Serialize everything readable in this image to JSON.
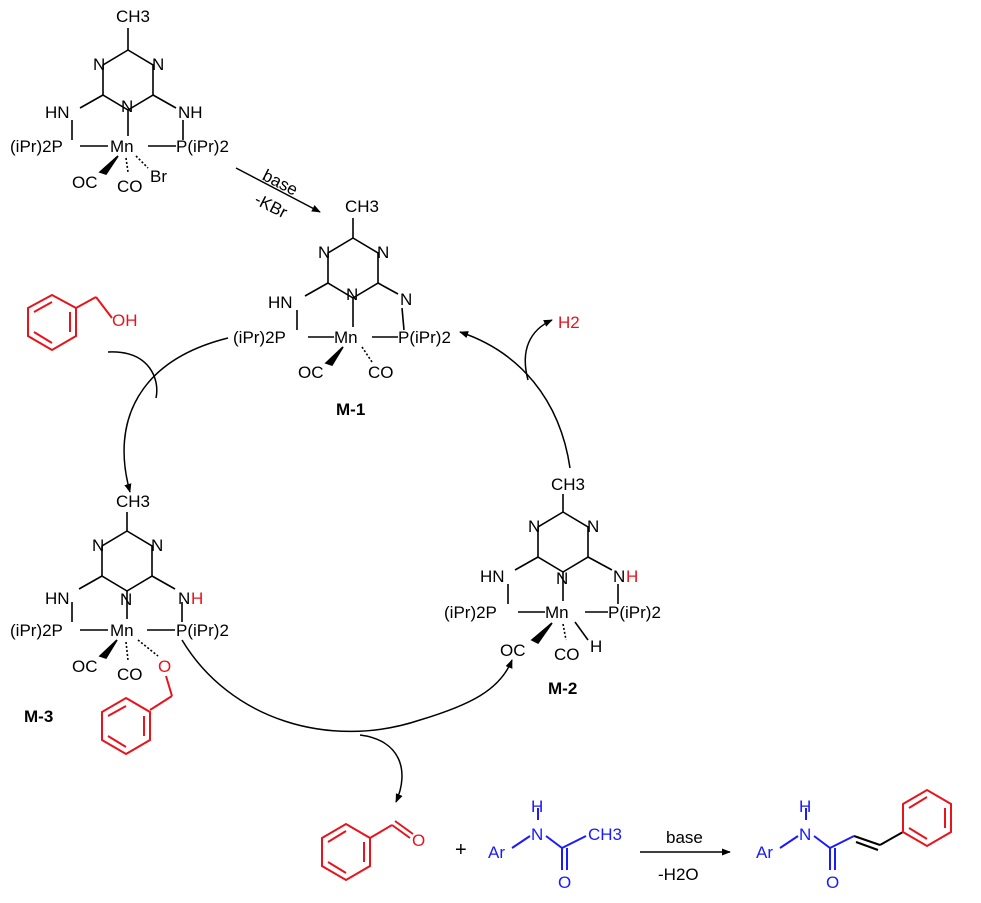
{
  "colors": {
    "ink": "#000000",
    "alcohol": "#e8141c",
    "amide": "#1a1aff",
    "hydrogen_label": "#e8141c"
  },
  "labels": {
    "precatalyst": {
      "methyl": "CH3",
      "n": "N",
      "hn_left": "HN",
      "nh_right": "NH",
      "p_left": "(iPr)2P",
      "metal": "Mn",
      "p_right": "P(iPr)2",
      "co_a": "OC",
      "co_b": "CO",
      "br": "Br"
    },
    "step_reagent": "base",
    "step_byproduct": "-KBr",
    "m1": {
      "methyl": "CH3",
      "hn_left": "HN",
      "n_right": "N",
      "p_left": "(iPr)2P",
      "metal": "Mn",
      "p_right": "P(iPr)2",
      "co_a": "OC",
      "co_b": "CO",
      "name": "M-1"
    },
    "m2": {
      "methyl": "CH3",
      "hn_left": "HN",
      "nh_right": "NH",
      "p_left": "(iPr)2P",
      "metal": "Mn",
      "p_right": "P(iPr)2",
      "co_a": "OC",
      "co_b": "CO",
      "hydride": "H",
      "name": "M-2"
    },
    "m3": {
      "methyl": "CH3",
      "hn_left": "HN",
      "nh_right": "NH",
      "p_left": "(iPr)2P",
      "metal": "Mn",
      "p_right": "P(iPr)2",
      "co_a": "OC",
      "co_b": "CO",
      "oxygen": "O",
      "name": "M-3"
    },
    "benzyl_alcohol_oh": "OH",
    "h2": "H2",
    "aldehyde_o": "O",
    "plus": "+",
    "amide": {
      "nh_h": "H",
      "nh_n": "N",
      "ar": "Ar",
      "methyl": "CH3",
      "o": "O"
    },
    "final_conditions_top": "base",
    "final_conditions_bottom": "-H2O",
    "product": {
      "nh_h": "H",
      "nh_n": "N",
      "ar": "Ar",
      "o": "O"
    }
  }
}
